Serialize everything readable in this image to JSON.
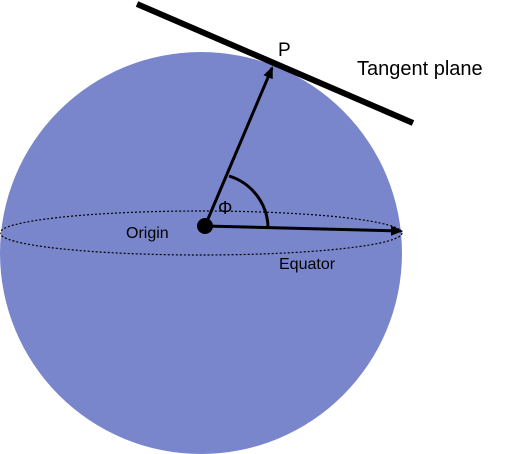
{
  "labels": {
    "tangent_plane": "Tangent plane",
    "point": "P",
    "angle": "Φ",
    "origin": "Origin",
    "equator": "Equator"
  },
  "colors": {
    "sphere_fill": "#7a86cc",
    "stroke": "#000000",
    "background": "#ffffff"
  }
}
